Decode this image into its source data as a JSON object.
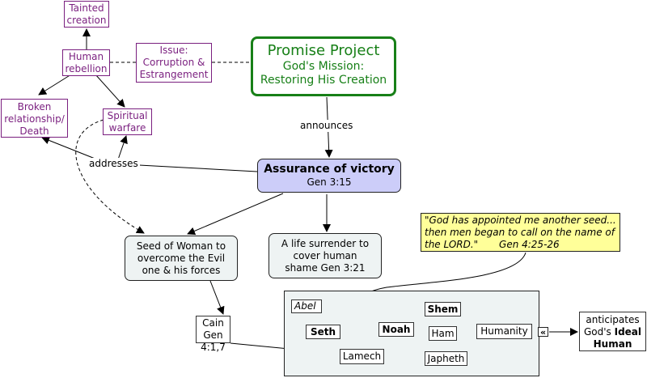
{
  "nodes": {
    "tainted": "Tainted creation",
    "human_rebellion": "Human rebellion",
    "issue": "Issue: Corruption & Estrangement",
    "broken": "Broken relationship/ Death",
    "spiritual": "Spiritual warfare",
    "promise_title": "Promise Project",
    "promise_sub": "God's Mission: Restoring His Creation",
    "assurance_title": "Assurance of victory",
    "assurance_ref": "Gen 3:15",
    "seed": "Seed of Woman to overcome the Evil one & his forces",
    "surrender": "A life surrender to cover human shame Gen 3:21",
    "quote": "\"God has appointed me another seed... then men began to call on the name of the LORD.\"",
    "quote_ref": "Gen 4:25-26",
    "cain": "Cain Gen 4:1,7",
    "abel": "Abel",
    "seth": "Seth",
    "noah": "Noah",
    "shem": "Shem",
    "ham": "Ham",
    "japheth": "Japheth",
    "humanity": "Humanity",
    "lamech": "Lamech",
    "anticipates_pre": "anticipates God's",
    "anticipates_bold": "Ideal Human",
    "collapse_glyph": "«"
  },
  "links": {
    "announces": "announces",
    "addresses": "addresses"
  },
  "colors": {
    "purple": "#7a1f7f",
    "green": "#188018",
    "assurance_fill": "#cccdf9",
    "node_fill": "#eef3f3",
    "quote_fill": "#ffff99"
  }
}
